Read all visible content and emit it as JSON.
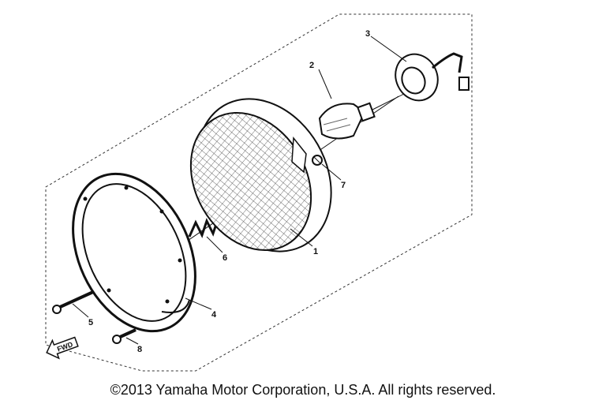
{
  "diagram": {
    "callouts": [
      {
        "id": "1",
        "text": "1"
      },
      {
        "id": "2",
        "text": "2"
      },
      {
        "id": "3",
        "text": "3"
      },
      {
        "id": "4",
        "text": "4"
      },
      {
        "id": "5",
        "text": "5"
      },
      {
        "id": "6",
        "text": "6"
      },
      {
        "id": "7",
        "text": "7"
      },
      {
        "id": "8",
        "text": "8"
      }
    ],
    "fwd_label": "FWD"
  },
  "footer": {
    "copyright": "©2013 Yamaha Motor Corporation, U.S.A. All rights reserved."
  }
}
